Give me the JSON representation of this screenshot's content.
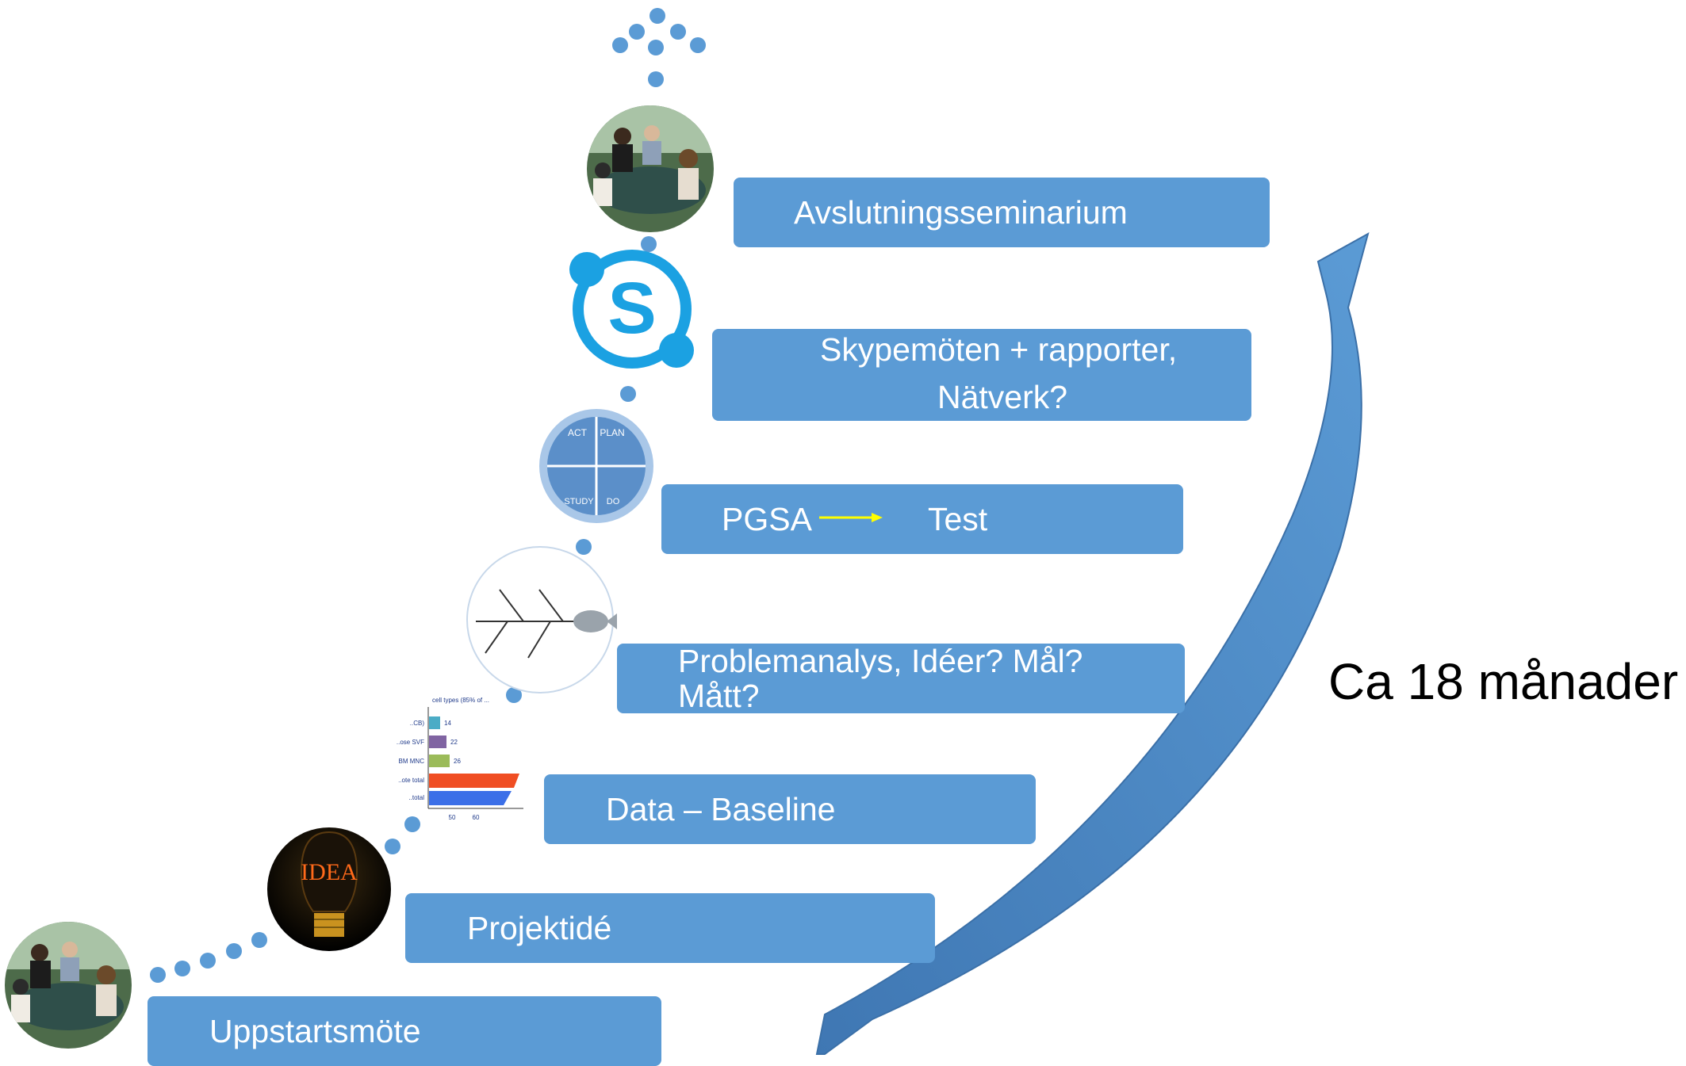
{
  "steps": {
    "uppstart": "Uppstartsmöte",
    "projektide": "Projektidé",
    "data_baseline": "Data – Baseline",
    "problemanalys_line1": "Problemanalys, Idéer? Mål?",
    "problemanalys_line2": "Mått?",
    "pgsa_left": "PGSA",
    "pgsa_right": "Test",
    "skype_line1": "Skypemöten + rapporter,",
    "skype_line2": "Nätverk?",
    "avslutning": "Avslutningsseminarium"
  },
  "duration_label": "Ca 18 månader",
  "idea_bulb_text": "IDEA",
  "pdsa_cycle": {
    "act": "ACT",
    "plan": "PLAN",
    "study": "STUDY",
    "do": "DO"
  },
  "mini_chart": {
    "title": "cell types (85% of ...",
    "rows": [
      {
        "label": "..CB)",
        "value": "14",
        "color": "#4bacc6"
      },
      {
        "label": "..ose SVF",
        "value": "22",
        "color": "#8064a2"
      },
      {
        "label": "BM MNC",
        "value": "26",
        "color": "#9bbb59"
      },
      {
        "label": "..ote total",
        "value": "",
        "color": "#f04e23"
      },
      {
        "label": "..total",
        "value": "",
        "color": "#3b6fe8"
      }
    ],
    "ticks": [
      "50",
      "60"
    ]
  },
  "colors": {
    "box": "#5b9bd5",
    "dots": "#5b9bd5",
    "arrow": "#4f8ac4",
    "pgsa_arrow": "#ffff00"
  },
  "icons": {
    "meeting_photo": "meeting-photo-icon",
    "lightbulb": "lightbulb-icon",
    "bar_chart": "bar-chart-icon",
    "fishbone": "fishbone-diagram-icon",
    "pdsa": "pdsa-cycle-icon",
    "skype": "skype-icon"
  }
}
